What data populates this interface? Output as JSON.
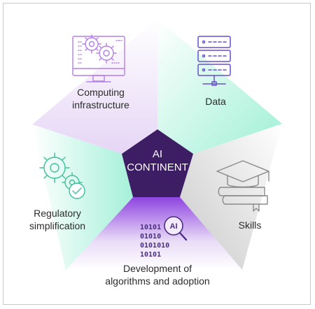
{
  "center": {
    "line1": "AI",
    "line2": "CONTINENT",
    "color": "#3d1d63"
  },
  "segments": [
    {
      "id": "computing",
      "line1": "Computing",
      "line2": "infrastructure",
      "icon": "monitor-gears-icon"
    },
    {
      "id": "data",
      "line1": "Data",
      "icon": "server-rack-icon"
    },
    {
      "id": "skills",
      "line1": "Skills",
      "icon": "graduation-cap-books-icon"
    },
    {
      "id": "algorithms",
      "line1": "Development of",
      "line2": "algorithms and adoption",
      "icon": "binary-ai-magnifier-icon"
    },
    {
      "id": "regulatory",
      "line1": "Regulatory",
      "line2": "simplification",
      "icon": "gears-check-icon"
    }
  ],
  "binary": {
    "row1": "10101",
    "row2": "01010",
    "row3": "0101010",
    "row4": "10101",
    "ai": "AI"
  },
  "colors": {
    "purple": "#c9a8f0",
    "teal": "#7fe6c6",
    "grey": "#c8c8c8",
    "violet": "#9b5de5"
  }
}
